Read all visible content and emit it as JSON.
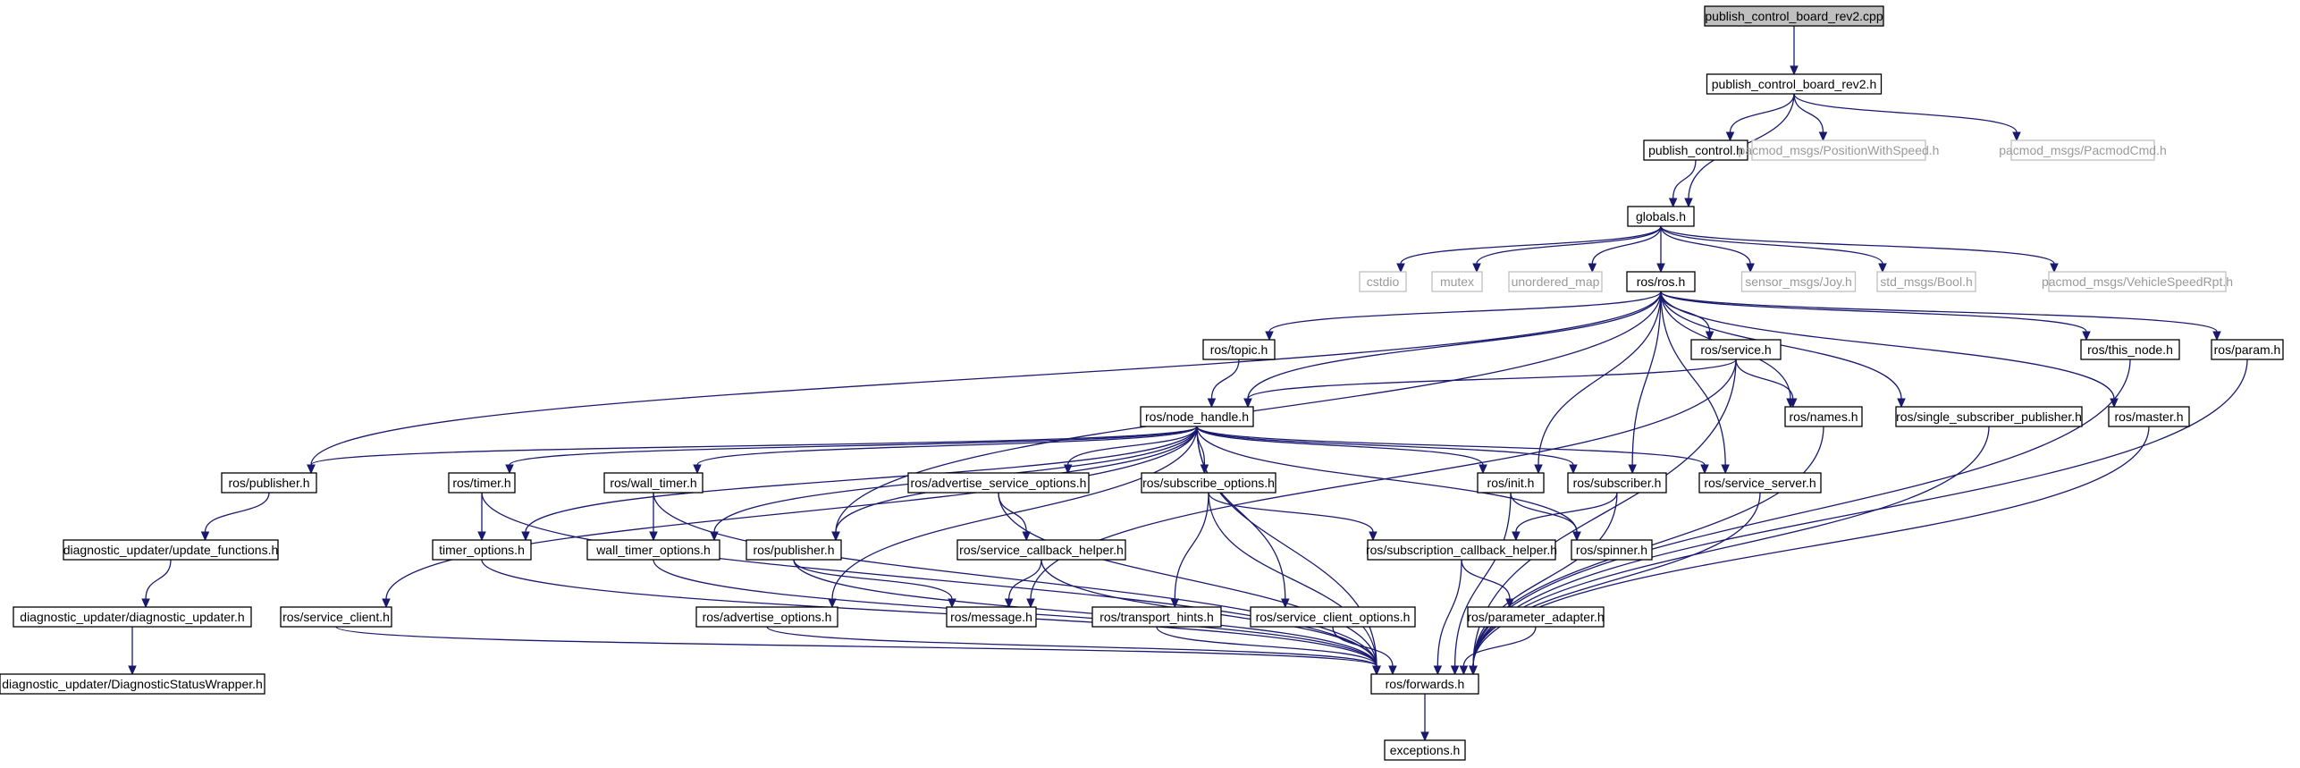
{
  "nodes": [
    {
      "id": "n0",
      "label": "publish_control_board_rev2.cpp",
      "kind": "root"
    },
    {
      "id": "n1",
      "label": "publish_control_board_rev2.h",
      "kind": "file"
    },
    {
      "id": "n2",
      "label": "publish_control.h",
      "kind": "file"
    },
    {
      "id": "n3",
      "label": "pacmod_msgs/PositionWithSpeed.h",
      "kind": "external"
    },
    {
      "id": "n4",
      "label": "pacmod_msgs/PacmodCmd.h",
      "kind": "external"
    },
    {
      "id": "n5",
      "label": "globals.h",
      "kind": "file"
    },
    {
      "id": "n6",
      "label": "cstdio",
      "kind": "external"
    },
    {
      "id": "n7",
      "label": "mutex",
      "kind": "external"
    },
    {
      "id": "n8",
      "label": "unordered_map",
      "kind": "external"
    },
    {
      "id": "n9",
      "label": "ros/ros.h",
      "kind": "file"
    },
    {
      "id": "n10",
      "label": "sensor_msgs/Joy.h",
      "kind": "external"
    },
    {
      "id": "n11",
      "label": "std_msgs/Bool.h",
      "kind": "external"
    },
    {
      "id": "n12",
      "label": "pacmod_msgs/VehicleSpeedRpt.h",
      "kind": "external"
    },
    {
      "id": "n13",
      "label": "ros/topic.h",
      "kind": "file"
    },
    {
      "id": "n14",
      "label": "ros/service.h",
      "kind": "file"
    },
    {
      "id": "n15",
      "label": "ros/this_node.h",
      "kind": "file"
    },
    {
      "id": "n16",
      "label": "ros/param.h",
      "kind": "file"
    },
    {
      "id": "n17",
      "label": "ros/node_handle.h",
      "kind": "file"
    },
    {
      "id": "n18",
      "label": "ros/names.h",
      "kind": "file"
    },
    {
      "id": "n19",
      "label": "ros/single_subscriber_publisher.h",
      "kind": "file"
    },
    {
      "id": "n20",
      "label": "ros/master.h",
      "kind": "file"
    },
    {
      "id": "n21",
      "label": "ros/publisher.h",
      "kind": "file"
    },
    {
      "id": "n22",
      "label": "ros/timer.h",
      "kind": "file"
    },
    {
      "id": "n23",
      "label": "ros/wall_timer.h",
      "kind": "file"
    },
    {
      "id": "n24",
      "label": "ros/advertise_service_options.h",
      "kind": "file"
    },
    {
      "id": "n25",
      "label": "ros/subscribe_options.h",
      "kind": "file"
    },
    {
      "id": "n26",
      "label": "ros/init.h",
      "kind": "file"
    },
    {
      "id": "n27",
      "label": "ros/subscriber.h",
      "kind": "file"
    },
    {
      "id": "n28",
      "label": "ros/service_server.h",
      "kind": "file"
    },
    {
      "id": "n29",
      "label": "diagnostic_updater/update_functions.h",
      "kind": "file"
    },
    {
      "id": "n30",
      "label": "timer_options.h",
      "kind": "file"
    },
    {
      "id": "n31",
      "label": "wall_timer_options.h",
      "kind": "file"
    },
    {
      "id": "n32",
      "label": "ros/publisher.h",
      "kind": "file"
    },
    {
      "id": "n33",
      "label": "ros/service_callback_helper.h",
      "kind": "file"
    },
    {
      "id": "n34",
      "label": "ros/subscription_callback_helper.h",
      "kind": "file"
    },
    {
      "id": "n35",
      "label": "ros/spinner.h",
      "kind": "file"
    },
    {
      "id": "n36",
      "label": "diagnostic_updater/diagnostic_updater.h",
      "kind": "file"
    },
    {
      "id": "n37",
      "label": "ros/service_client.h",
      "kind": "file"
    },
    {
      "id": "n38",
      "label": "ros/advertise_options.h",
      "kind": "file"
    },
    {
      "id": "n39",
      "label": "ros/message.h",
      "kind": "file"
    },
    {
      "id": "n40",
      "label": "ros/transport_hints.h",
      "kind": "file"
    },
    {
      "id": "n41",
      "label": "ros/service_client_options.h",
      "kind": "file"
    },
    {
      "id": "n42",
      "label": "ros/parameter_adapter.h",
      "kind": "file"
    },
    {
      "id": "n43",
      "label": "diagnostic_updater/DiagnosticStatusWrapper.h",
      "kind": "file"
    },
    {
      "id": "n44",
      "label": "ros/forwards.h",
      "kind": "file"
    },
    {
      "id": "n45",
      "label": "exceptions.h",
      "kind": "file"
    }
  ],
  "edges": [
    [
      "n0",
      "n1"
    ],
    [
      "n1",
      "n2"
    ],
    [
      "n1",
      "n3"
    ],
    [
      "n1",
      "n4"
    ],
    [
      "n1",
      "n5"
    ],
    [
      "n2",
      "n5"
    ],
    [
      "n5",
      "n6"
    ],
    [
      "n5",
      "n7"
    ],
    [
      "n5",
      "n8"
    ],
    [
      "n5",
      "n9"
    ],
    [
      "n5",
      "n10"
    ],
    [
      "n5",
      "n11"
    ],
    [
      "n5",
      "n12"
    ],
    [
      "n9",
      "n13"
    ],
    [
      "n9",
      "n14"
    ],
    [
      "n9",
      "n15"
    ],
    [
      "n9",
      "n16"
    ],
    [
      "n9",
      "n17"
    ],
    [
      "n9",
      "n18"
    ],
    [
      "n9",
      "n19"
    ],
    [
      "n9",
      "n20"
    ],
    [
      "n9",
      "n21"
    ],
    [
      "n9",
      "n26"
    ],
    [
      "n9",
      "n27"
    ],
    [
      "n9",
      "n28"
    ],
    [
      "n9",
      "n32"
    ],
    [
      "n13",
      "n17"
    ],
    [
      "n14",
      "n17"
    ],
    [
      "n14",
      "n18"
    ],
    [
      "n14",
      "n39"
    ],
    [
      "n14",
      "n44"
    ],
    [
      "n15",
      "n44"
    ],
    [
      "n16",
      "n44"
    ],
    [
      "n18",
      "n44"
    ],
    [
      "n19",
      "n44"
    ],
    [
      "n20",
      "n44"
    ],
    [
      "n17",
      "n21"
    ],
    [
      "n17",
      "n22"
    ],
    [
      "n17",
      "n23"
    ],
    [
      "n17",
      "n24"
    ],
    [
      "n17",
      "n25"
    ],
    [
      "n17",
      "n26"
    ],
    [
      "n17",
      "n27"
    ],
    [
      "n17",
      "n28"
    ],
    [
      "n17",
      "n30"
    ],
    [
      "n17",
      "n31"
    ],
    [
      "n17",
      "n32"
    ],
    [
      "n17",
      "n35"
    ],
    [
      "n17",
      "n37"
    ],
    [
      "n17",
      "n38"
    ],
    [
      "n17",
      "n41"
    ],
    [
      "n17",
      "n44"
    ],
    [
      "n21",
      "n29"
    ],
    [
      "n29",
      "n36"
    ],
    [
      "n36",
      "n43"
    ],
    [
      "n22",
      "n30"
    ],
    [
      "n22",
      "n44"
    ],
    [
      "n23",
      "n31"
    ],
    [
      "n23",
      "n44"
    ],
    [
      "n30",
      "n44"
    ],
    [
      "n31",
      "n44"
    ],
    [
      "n32",
      "n39"
    ],
    [
      "n32",
      "n44"
    ],
    [
      "n24",
      "n33"
    ],
    [
      "n24",
      "n44"
    ],
    [
      "n33",
      "n39"
    ],
    [
      "n33",
      "n44"
    ],
    [
      "n25",
      "n34"
    ],
    [
      "n25",
      "n40"
    ],
    [
      "n25",
      "n44"
    ],
    [
      "n26",
      "n35"
    ],
    [
      "n26",
      "n44"
    ],
    [
      "n27",
      "n34"
    ],
    [
      "n27",
      "n44"
    ],
    [
      "n28",
      "n44"
    ],
    [
      "n34",
      "n42"
    ],
    [
      "n34",
      "n44"
    ],
    [
      "n42",
      "n44"
    ],
    [
      "n37",
      "n44"
    ],
    [
      "n38",
      "n44"
    ],
    [
      "n40",
      "n44"
    ],
    [
      "n41",
      "n44"
    ],
    [
      "n44",
      "n45"
    ]
  ]
}
